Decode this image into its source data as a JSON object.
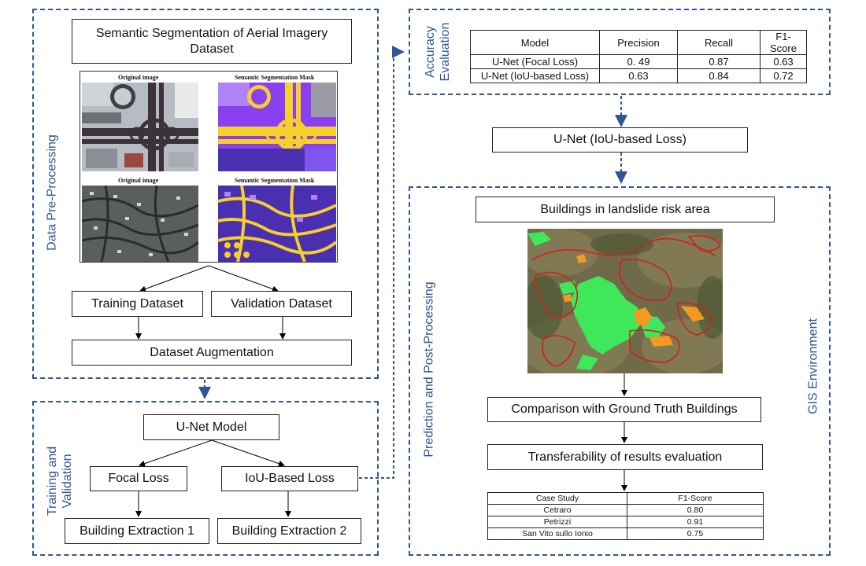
{
  "dataset": {
    "title": "Semantic Segmentation of Aerial Imagery Dataset",
    "img_labels": {
      "original_1": "Original image",
      "mask_1": "Semantic Segmentation Mask",
      "original_2": "Original image",
      "mask_2": "Semantic Segmentation Mask"
    }
  },
  "preprocessing": {
    "section_label": "Data Pre-Processing",
    "training": "Training Dataset",
    "validation": "Validation Dataset",
    "augmentation": "Dataset Augmentation"
  },
  "training": {
    "section_label_1": "Training and",
    "section_label_2": "Validation",
    "model": "U-Net Model",
    "focal": "Focal Loss",
    "iou": "IoU-Based Loss",
    "extraction1": "Building Extraction 1",
    "extraction2": "Building Extraction 2"
  },
  "accuracy": {
    "section_label_1": "Accuracy",
    "section_label_2": "Evaluation",
    "headers": [
      "Model",
      "Precision",
      "Recall",
      "F1-Score"
    ],
    "rows": [
      [
        "U-Net (Focal Loss)",
        "0. 49",
        "0.87",
        "0.63"
      ],
      [
        "U-Net (IoU-based Loss)",
        "0.63",
        "0.84",
        "0.72"
      ]
    ]
  },
  "selected_model": "U-Net (IoU-based Loss)",
  "prediction": {
    "section_label": "Prediction and Post-Processing",
    "gis_label": "GIS Environment",
    "risk_area": "Buildings in landslide risk area",
    "comparison": "Comparison with Ground Truth Buildings",
    "transferability": "Transferability of results evaluation",
    "case_headers": [
      "Case Study",
      "F1-Score"
    ],
    "case_rows": [
      [
        "Cetraro",
        "0.80"
      ],
      [
        "Petrizzi",
        "0.91"
      ],
      [
        "San Vito sullo Ionio",
        "0.75"
      ]
    ]
  },
  "colors": {
    "dash_border": "#2f5597",
    "mask_purple": "#8a3ff0",
    "mask_yellow": "#f5cf2a",
    "mask_blue": "#4a2fb0",
    "gis_green": "#3ee85a",
    "gis_orange": "#f59a20",
    "gis_red": "#d0201c"
  }
}
